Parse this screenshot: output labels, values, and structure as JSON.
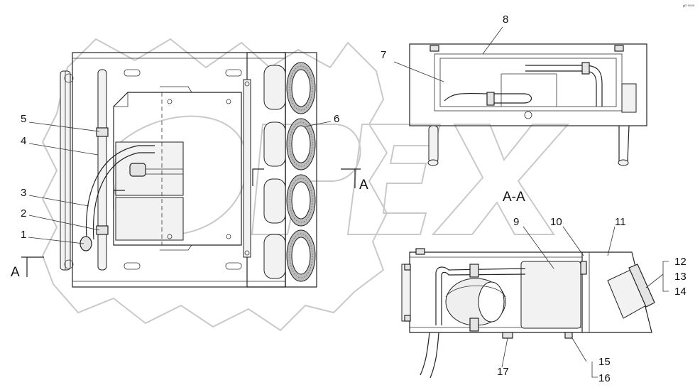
{
  "corner_mark": "ᵖᴿ ⁰⁰⁰⁰",
  "watermark": "OPEX",
  "callouts": {
    "c1": "1",
    "c2": "2",
    "c3": "3",
    "c4": "4",
    "c5": "5",
    "c6": "6",
    "c7": "7",
    "c8": "8",
    "c9": "9",
    "c10": "10",
    "c11": "11",
    "c12": "12",
    "c13": "13",
    "c14": "14",
    "c15": "15",
    "c16": "16",
    "c17": "17"
  },
  "section": {
    "marker_left": "A",
    "marker_right": "A",
    "title": "A-A"
  }
}
